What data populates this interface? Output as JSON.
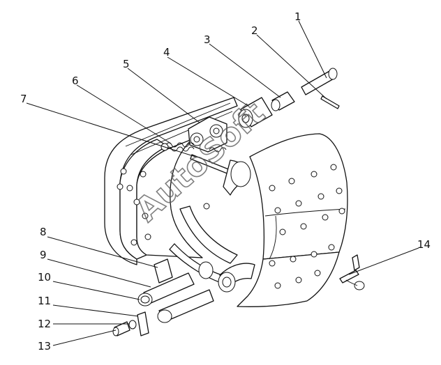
{
  "watermark": "AutoSoft",
  "callouts": [
    {
      "label": "1"
    },
    {
      "label": "2"
    },
    {
      "label": "3"
    },
    {
      "label": "4"
    },
    {
      "label": "5"
    },
    {
      "label": "6"
    },
    {
      "label": "7"
    },
    {
      "label": "8"
    },
    {
      "label": "9"
    },
    {
      "label": "10"
    },
    {
      "label": "11"
    },
    {
      "label": "12"
    },
    {
      "label": "13"
    },
    {
      "label": "14"
    }
  ]
}
